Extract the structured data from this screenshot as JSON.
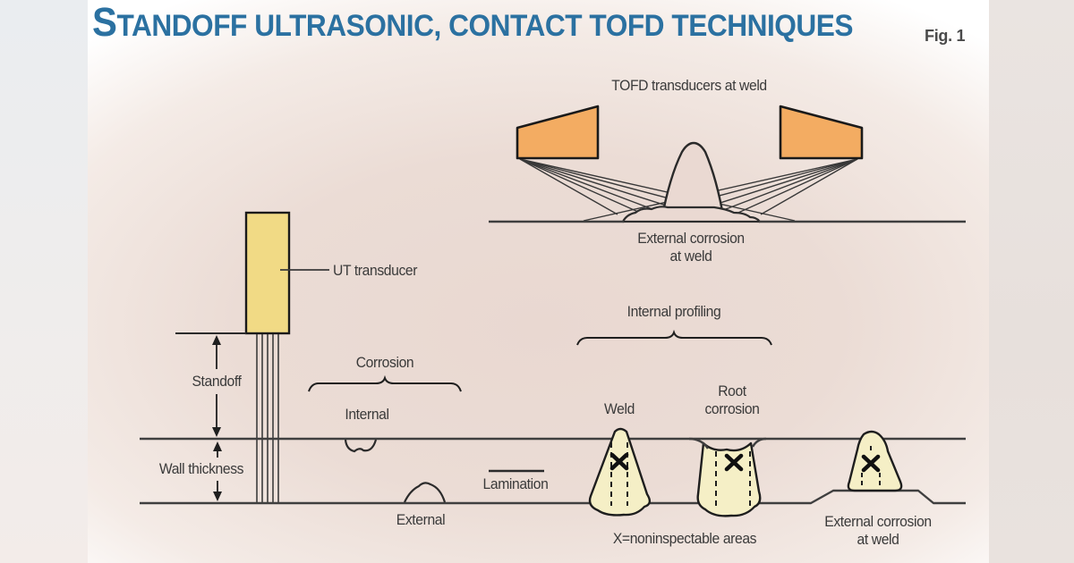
{
  "figure": {
    "title": "STANDOFF ULTRASONIC, CONTACT TOFD TECHNIQUES",
    "fig_number": "Fig. 1"
  },
  "colors": {
    "title_blue": "#2b71a1",
    "label_gray": "#3a3a3a",
    "transducer_orange": "#f3ac62",
    "ut_transducer_yellow": "#f1da85",
    "weld_yellow": "#f5efc6",
    "line_dark": "#2e2e2e",
    "background_beige": "#ead9d2"
  },
  "tofd_section": {
    "transducers_label": "TOFD transducers at weld",
    "corrosion_label_line1": "External corrosion",
    "corrosion_label_line2": "at weld"
  },
  "standoff_section": {
    "ut_transducer_label": "UT transducer",
    "standoff_label": "Standoff",
    "wall_thickness_label": "Wall thickness",
    "corrosion_label": "Corrosion",
    "internal_label": "Internal",
    "lamination_label": "Lamination",
    "external_label": "External"
  },
  "profiling_section": {
    "internal_profiling_label": "Internal profiling",
    "weld_label": "Weld",
    "root_corrosion_line1": "Root",
    "root_corrosion_line2": "corrosion",
    "noninspectable_label": "X=noninspectable areas",
    "ext_corrosion_line1": "External corrosion",
    "ext_corrosion_line2": "at weld"
  }
}
